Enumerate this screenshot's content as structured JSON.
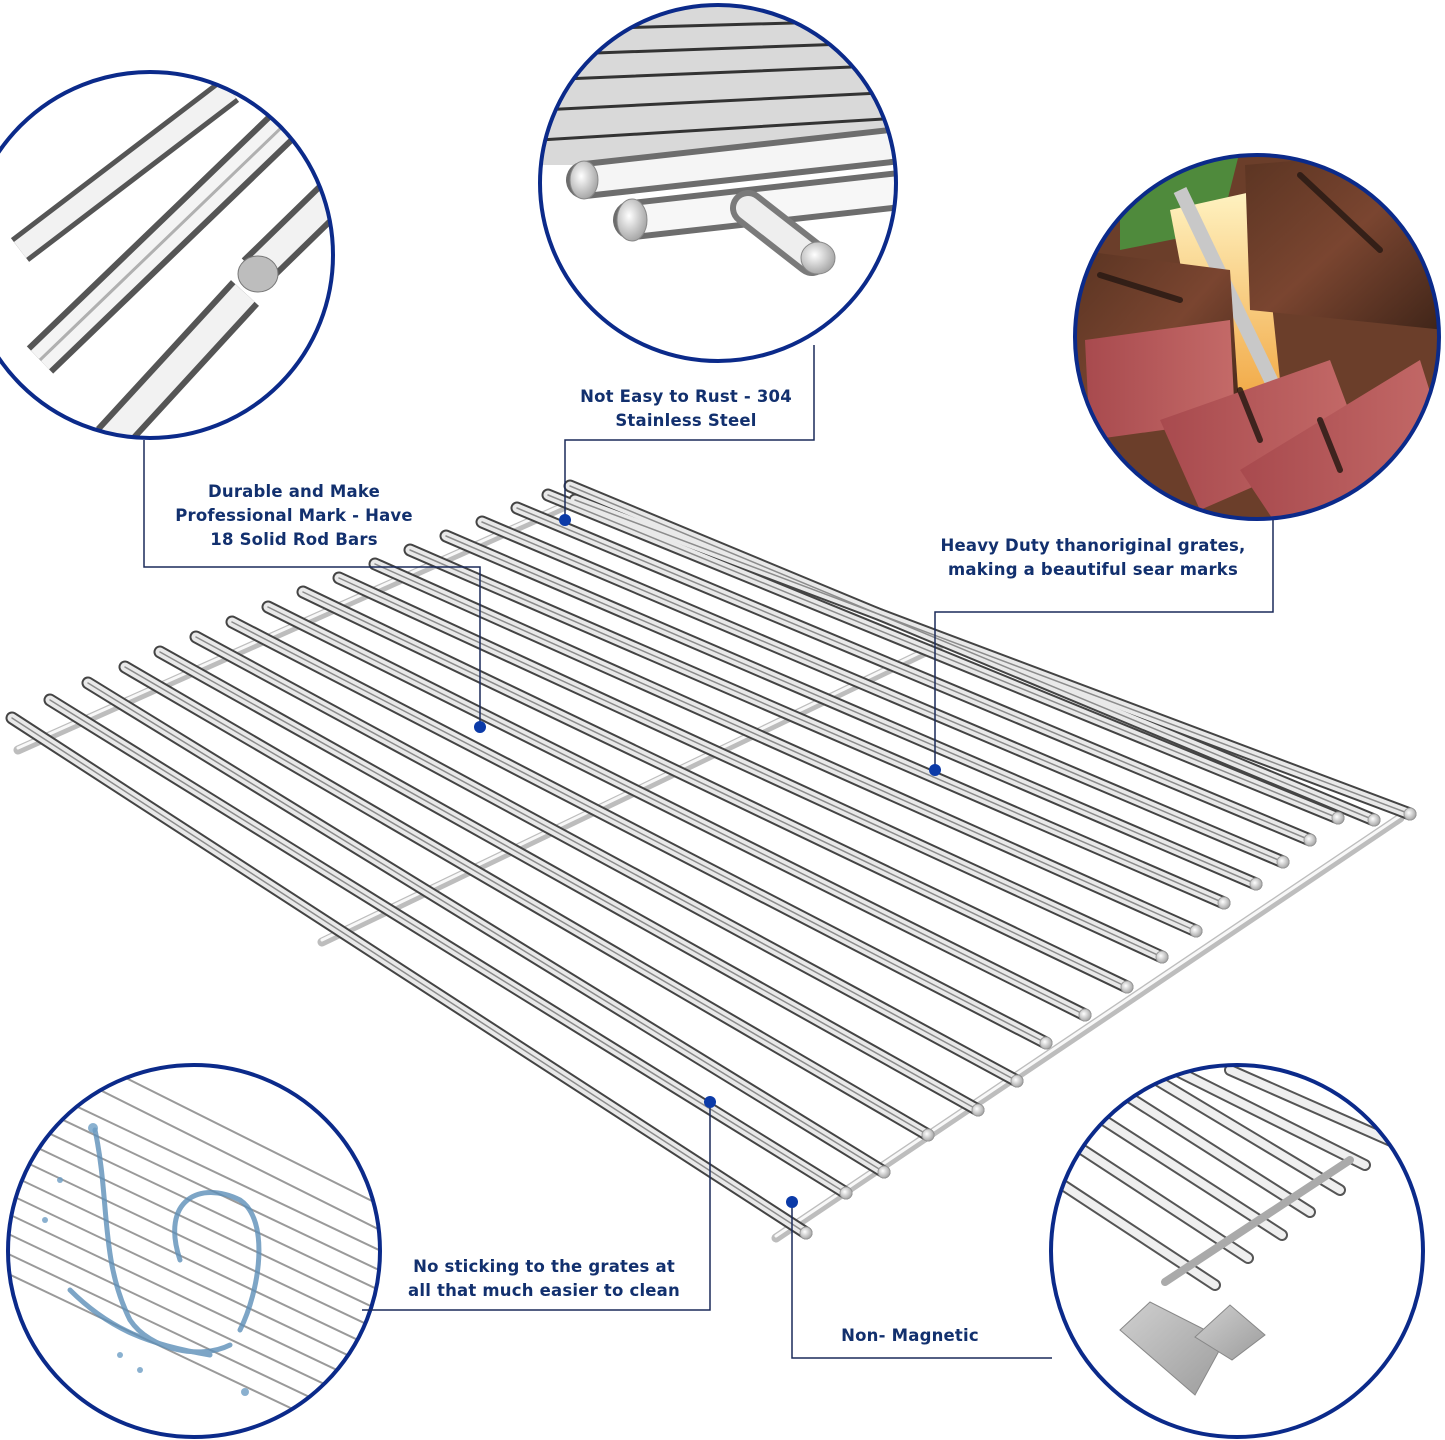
{
  "infographic": {
    "accent_color": "#0b2a8a",
    "text_color": "#12306e",
    "callouts": [
      {
        "id": "rust",
        "lines": [
          "Not Easy to Rust - 304",
          "Stainless Steel"
        ]
      },
      {
        "id": "durable",
        "lines": [
          "Durable and Make",
          "Professional Mark - Have",
          "18 Solid Rod Bars"
        ]
      },
      {
        "id": "heavy",
        "lines": [
          "Heavy Duty thanoriginal grates,",
          "making a beautiful sear marks"
        ]
      },
      {
        "id": "clean",
        "lines": [
          "No sticking to the grates at",
          "all that much easier to clean"
        ]
      },
      {
        "id": "magnetic",
        "lines": [
          "Non- Magnetic"
        ]
      }
    ],
    "detail_circles": [
      {
        "id": "rod-cross-section",
        "depicts": "solid rod bars with cut cross-section"
      },
      {
        "id": "rod-ends-closeup",
        "depicts": "stainless steel rod ends and support bar"
      },
      {
        "id": "grilled-steak",
        "depicts": "grilled steak with sear marks over flames"
      },
      {
        "id": "water-splash",
        "depicts": "water splash over grate"
      },
      {
        "id": "magnet",
        "depicts": "grate ends with magnet not attracting"
      }
    ],
    "product": {
      "rod_count": "18",
      "material": "304 Stainless Steel"
    }
  }
}
